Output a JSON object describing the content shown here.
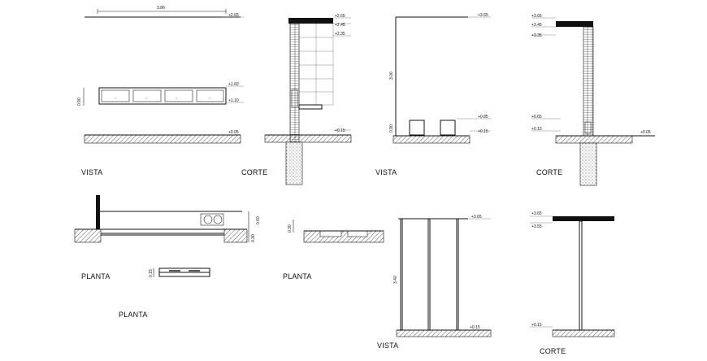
{
  "sheet": {
    "titles": {
      "vista_1": "VISTA",
      "corte_1": "CORTE",
      "vista_2": "VISTA",
      "corte_2": "CORTE",
      "planta_1": "PLANTA",
      "planta_2": "PLANTA",
      "planta_3": "PLANTA",
      "vista_3": "VISTA",
      "corte_3": "CORTE"
    },
    "dims": {
      "v1_width": "3.86",
      "v1_level_top": "+2.65",
      "v1_level_160": "+1.60",
      "v1_level_110": "+1.10",
      "v1_level_005": "+0.05",
      "v1_height": "0.90",
      "c1_l1": "+2.65",
      "c1_l2": "+2.45",
      "c1_l3": "+2.35",
      "c1_l4": "+0.15",
      "v2_level_top": "+3.65",
      "v2_height": "3.00",
      "v2_base": "0.90",
      "v2_l1": "+0.85",
      "v2_l2": "+0.15",
      "c2_l1": "+3.65",
      "c2_l2": "+3.45",
      "c2_l3": "+3.35",
      "c2_l4": "+0.65",
      "c2_l5": "+0.15",
      "c2_l6": "+0.05",
      "p1_d1": "0.60",
      "p1_d2": "0.30",
      "p2_d": "0.15",
      "p3_d": "0.30",
      "v3_top": "+3.65",
      "v3_height": "3.40",
      "v3_base": "+0.15",
      "c3_l1": "+3.65",
      "c3_l2": "+3.55",
      "c3_l3": "+0.15"
    }
  }
}
